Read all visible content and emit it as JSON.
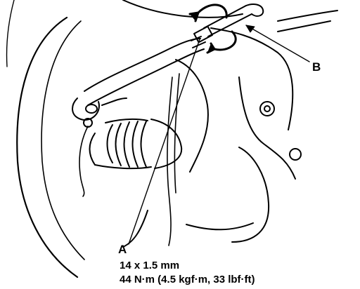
{
  "callouts": {
    "a": "A",
    "b": "B"
  },
  "spec": {
    "size": "14 x 1.5 mm",
    "torque": "44 N·m (4.5 kgf·m, 33 lbf·ft)"
  },
  "colors": {
    "ink": "#000000",
    "paper": "#ffffff"
  }
}
